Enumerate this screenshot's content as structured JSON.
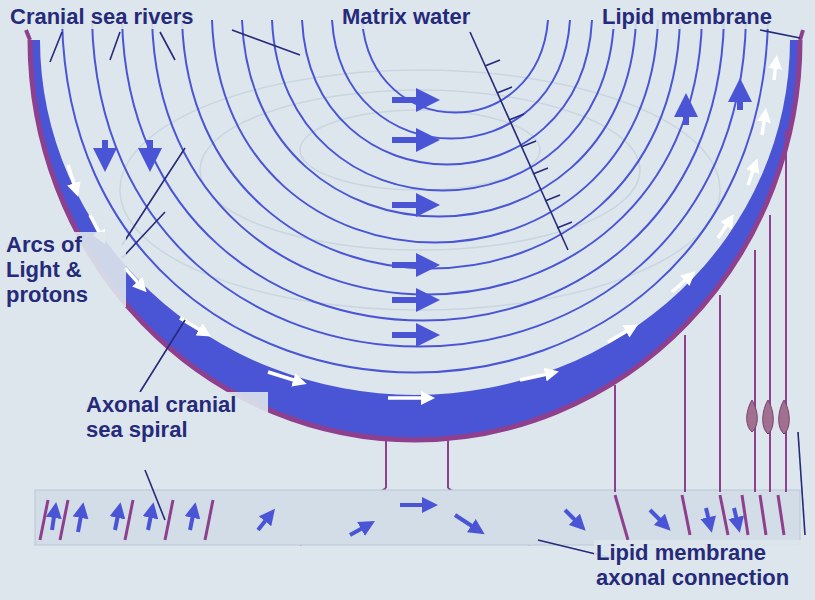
{
  "diagram": {
    "labels": [
      "Cranial sea rivers",
      "Matrix water",
      "Lipid membrane",
      "Arcs of Light & protons",
      "Axonal cranial sea spiral",
      "Lipid membrane axonal connection"
    ]
  }
}
